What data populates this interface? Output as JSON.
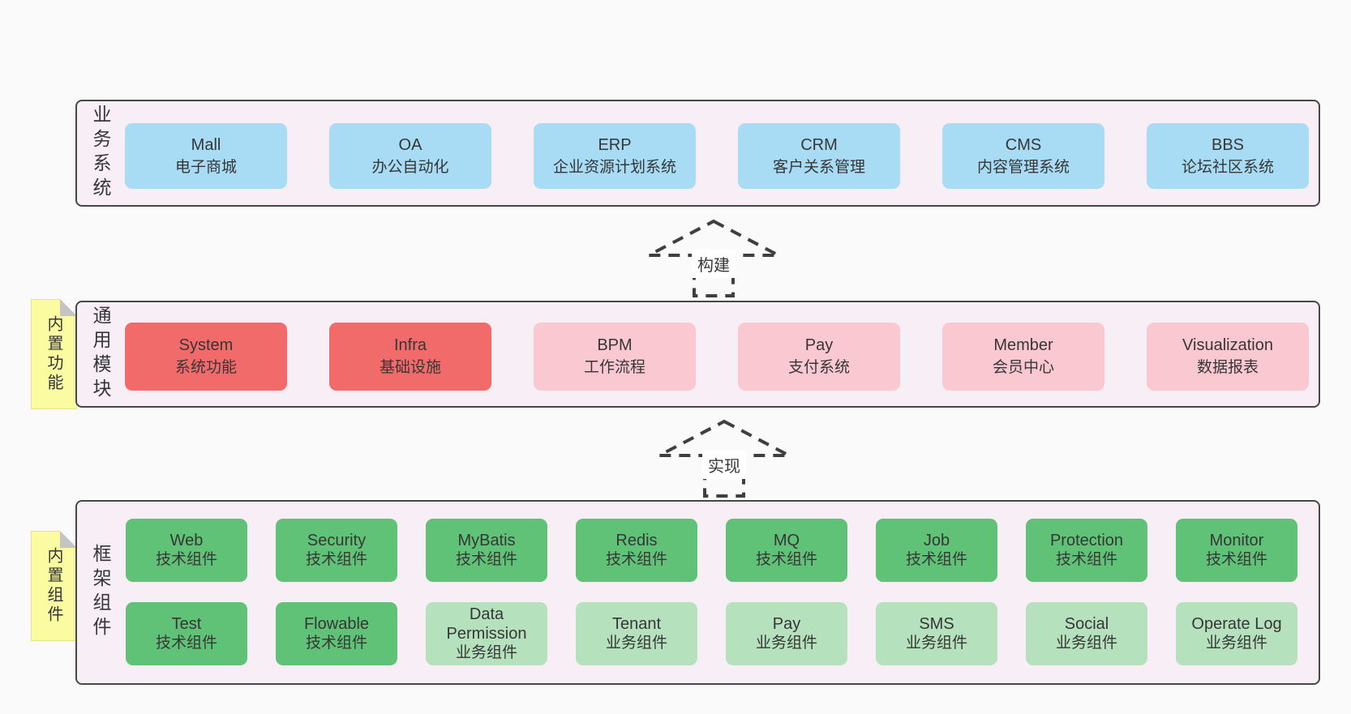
{
  "colors": {
    "page_background": "#fafafa",
    "layer_fill": "#f8eef6",
    "layer_border": "#474747",
    "blue_box": "#a8dcf5",
    "red_box": "#f26b6b",
    "pink_box": "#fac8d1",
    "green_box": "#60c276",
    "light_green_box": "#b5e2bc",
    "note_yellow": "#fbfba1",
    "text": "#363636"
  },
  "arrows": [
    {
      "label": "构建"
    },
    {
      "label": "实现"
    }
  ],
  "layers": {
    "business": {
      "side_label": "业务系统",
      "boxes": [
        {
          "name": "Mall",
          "desc": "电子商城"
        },
        {
          "name": "OA",
          "desc": "办公自动化"
        },
        {
          "name": "ERP",
          "desc": "企业资源计划系统"
        },
        {
          "name": "CRM",
          "desc": "客户关系管理"
        },
        {
          "name": "CMS",
          "desc": "内容管理系统"
        },
        {
          "name": "BBS",
          "desc": "论坛社区系统"
        }
      ]
    },
    "modules": {
      "note": "内置功能",
      "side_label": "通用模块",
      "boxes": [
        {
          "name": "System",
          "desc": "系统功能"
        },
        {
          "name": "Infra",
          "desc": "基础设施"
        },
        {
          "name": "BPM",
          "desc": "工作流程"
        },
        {
          "name": "Pay",
          "desc": "支付系统"
        },
        {
          "name": "Member",
          "desc": "会员中心"
        },
        {
          "name": "Visualization",
          "desc": "数据报表"
        }
      ]
    },
    "components": {
      "note": "内置组件",
      "side_label": "框架组件",
      "row1": [
        {
          "name": "Web",
          "desc": "技术组件"
        },
        {
          "name": "Security",
          "desc": "技术组件"
        },
        {
          "name": "MyBatis",
          "desc": "技术组件"
        },
        {
          "name": "Redis",
          "desc": "技术组件"
        },
        {
          "name": "MQ",
          "desc": "技术组件"
        },
        {
          "name": "Job",
          "desc": "技术组件"
        },
        {
          "name": "Protection",
          "desc": "技术组件"
        },
        {
          "name": "Monitor",
          "desc": "技术组件"
        }
      ],
      "row2": [
        {
          "name": "Test",
          "desc": "技术组件"
        },
        {
          "name": "Flowable",
          "desc": "技术组件"
        },
        {
          "name": "Data Permission",
          "desc": "业务组件"
        },
        {
          "name": "Tenant",
          "desc": "业务组件"
        },
        {
          "name": "Pay",
          "desc": "业务组件"
        },
        {
          "name": "SMS",
          "desc": "业务组件"
        },
        {
          "name": "Social",
          "desc": "业务组件"
        },
        {
          "name": "Operate Log",
          "desc": "业务组件"
        }
      ]
    }
  }
}
